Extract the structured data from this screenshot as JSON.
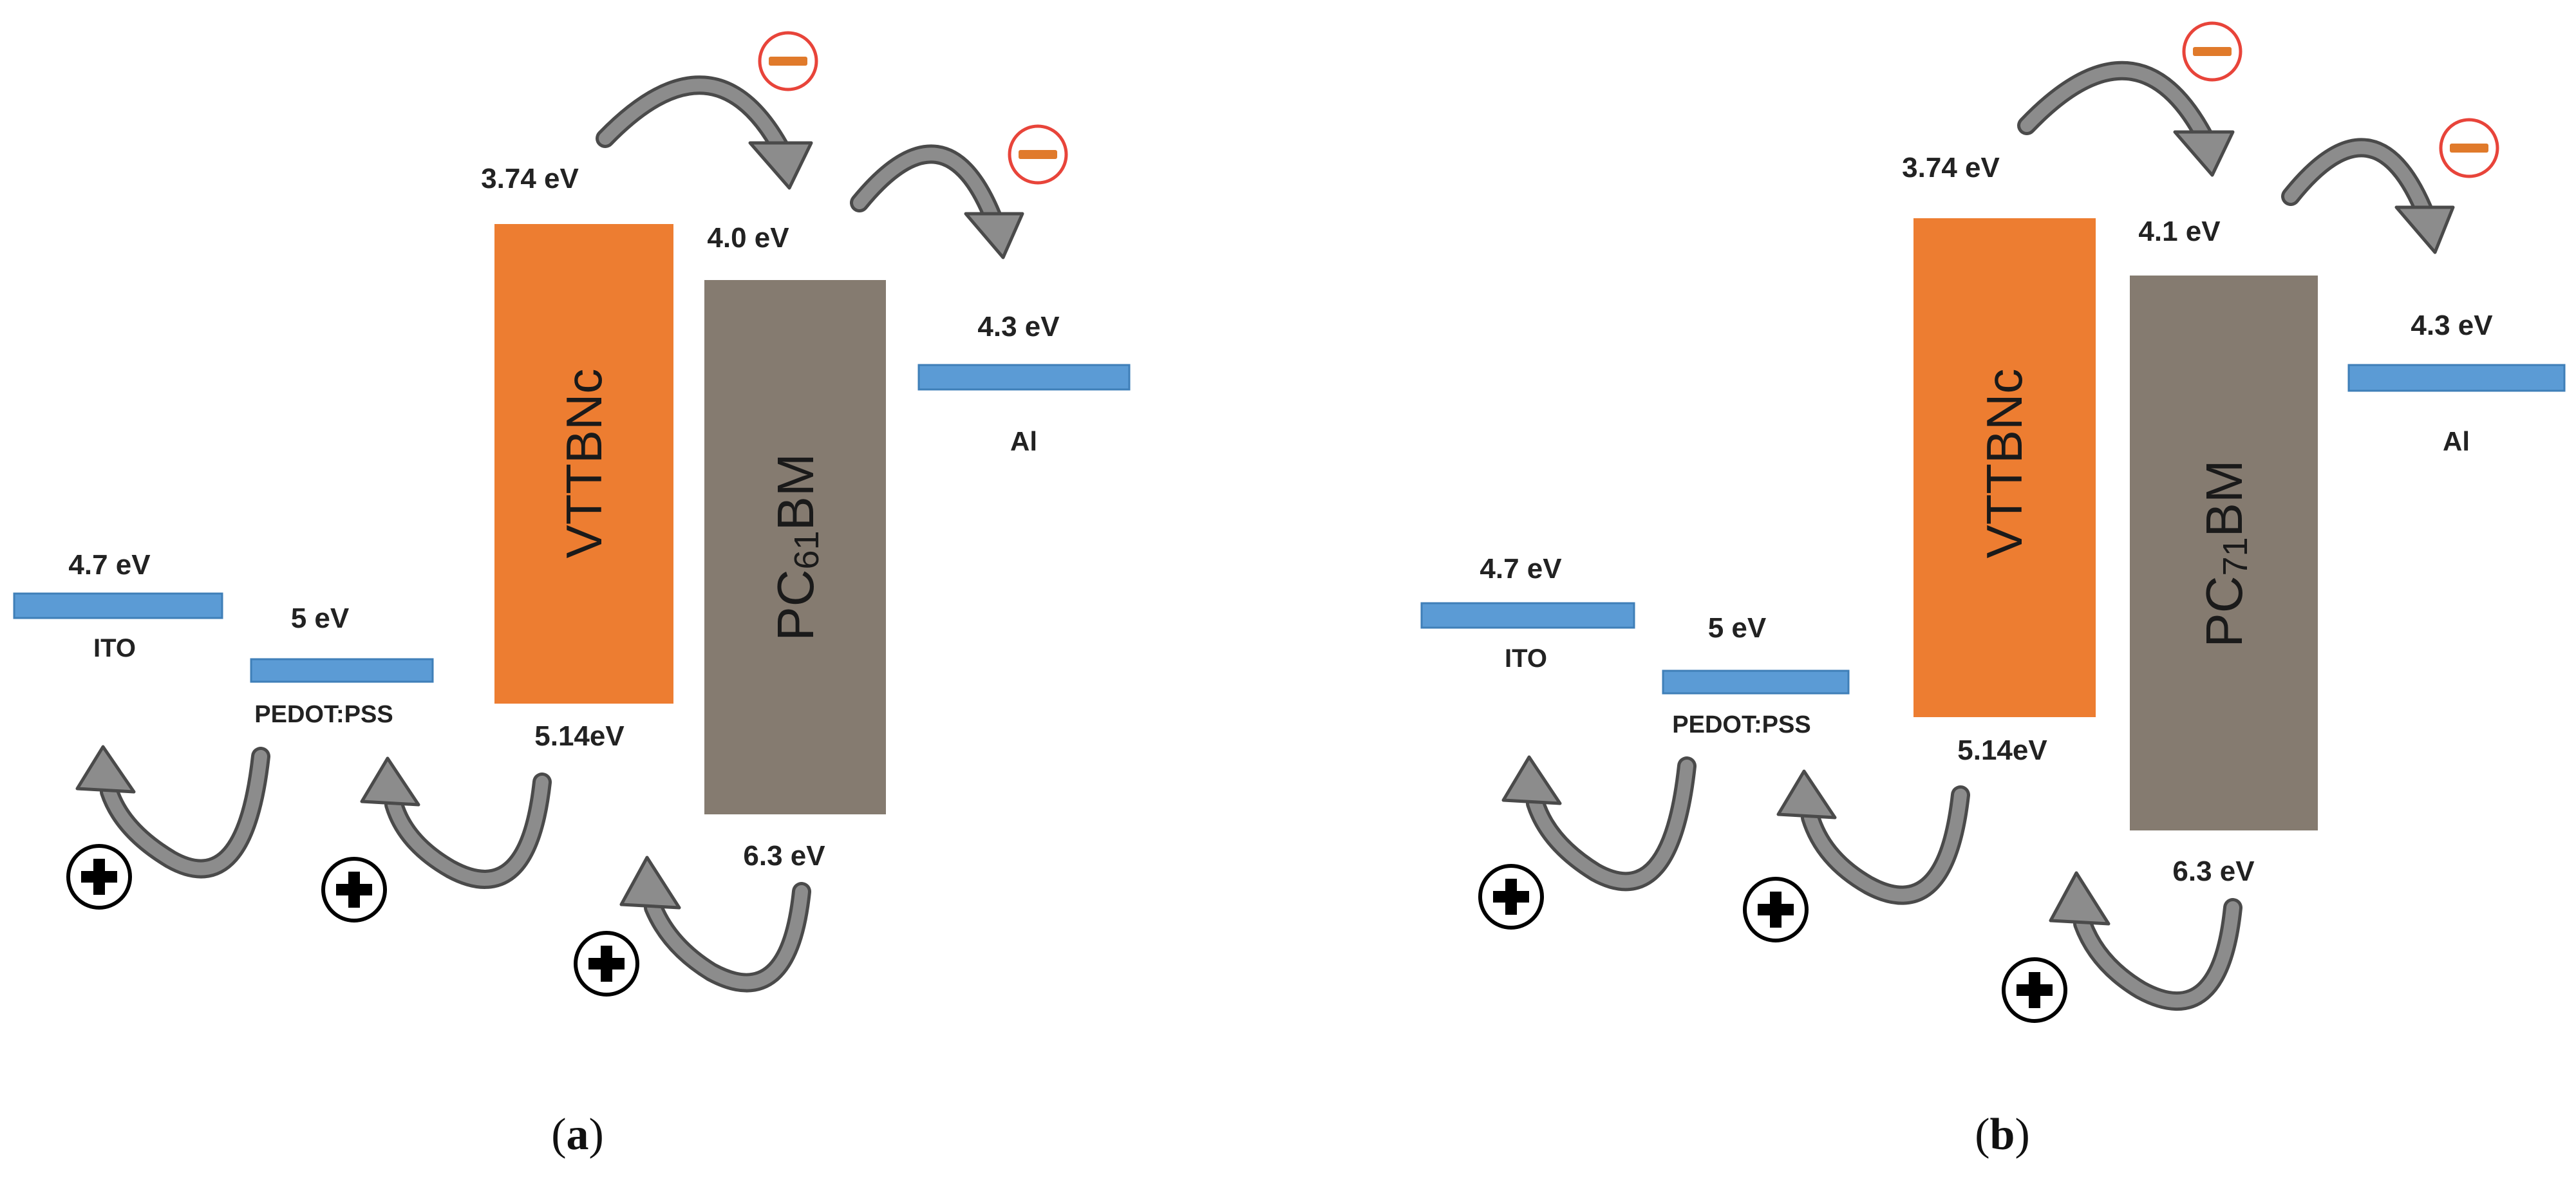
{
  "colors": {
    "electrode": "#5B9BD5",
    "electrode_stroke": "#3F7FB8",
    "donor": "#ED7D31",
    "acceptor": "#857B70",
    "arrow_fill": "#8C8C8C",
    "arrow_stroke": "#4A4A4A",
    "electron_ring": "#E8443A",
    "electron_dash": "#E07A2B",
    "hole_ring": "#000000"
  },
  "panels": [
    {
      "caption_open": "(",
      "caption_letter": "a",
      "caption_close": ")",
      "ito": {
        "energy": "4.7 eV",
        "name": "ITO"
      },
      "pedot": {
        "energy": "5 eV",
        "name": "PEDOT:PSS"
      },
      "donor": {
        "name": "VTTBNc",
        "lumo": "3.74 eV",
        "homo": "5.14eV"
      },
      "acceptor": {
        "name_prefix": "PC",
        "name_sub": "61",
        "name_suffix": "BM",
        "lumo": "4.0 eV",
        "homo": "6.3 eV"
      },
      "al": {
        "energy": "4.3 eV",
        "name": "Al"
      },
      "electron_icon": "electron-minus-icon",
      "hole_icon": "hole-plus-icon"
    },
    {
      "caption_open": "(",
      "caption_letter": "b",
      "caption_close": ")",
      "ito": {
        "energy": "4.7 eV",
        "name": "ITO"
      },
      "pedot": {
        "energy": "5 eV",
        "name": "PEDOT:PSS"
      },
      "donor": {
        "name": "VTTBNc",
        "lumo": "3.74 eV",
        "homo": "5.14eV"
      },
      "acceptor": {
        "name_prefix": "PC",
        "name_sub": "71",
        "name_suffix": "BM",
        "lumo": "4.1 eV",
        "homo": "6.3 eV"
      },
      "al": {
        "energy": "4.3 eV",
        "name": "Al"
      },
      "electron_icon": "electron-minus-icon",
      "hole_icon": "hole-plus-icon"
    }
  ]
}
